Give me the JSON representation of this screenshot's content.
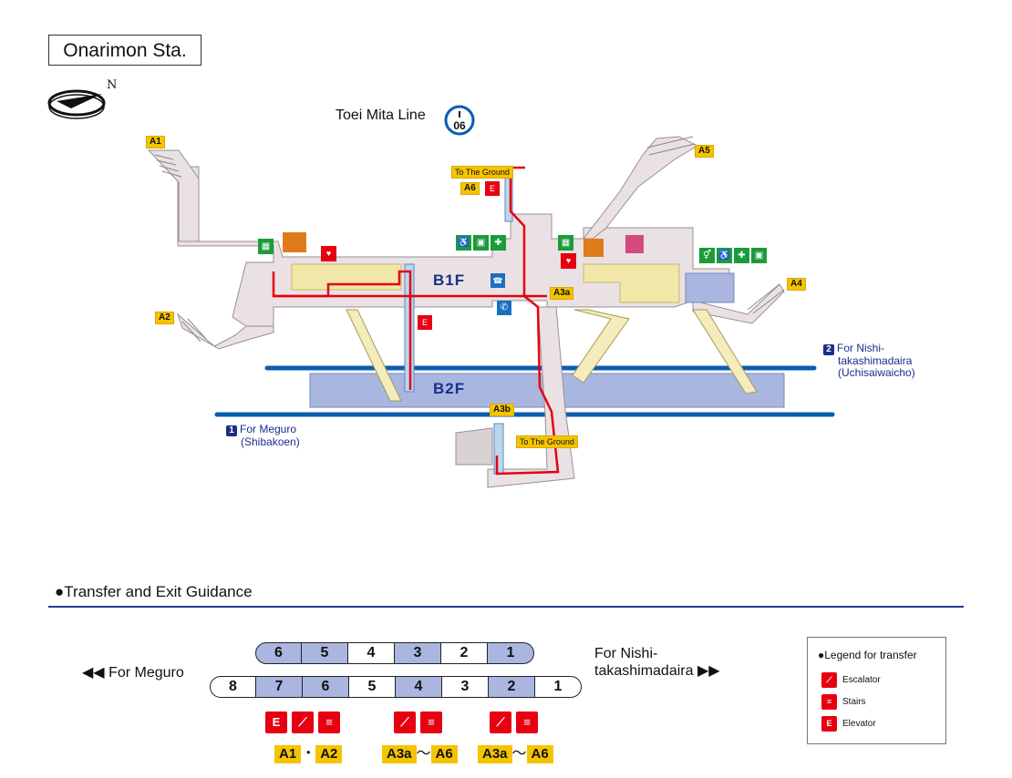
{
  "station": {
    "name": "Onarimon Sta."
  },
  "compass": {
    "north_label": "N"
  },
  "line": {
    "name": "Toei Mita Line",
    "badge_top": "I",
    "badge_num": "06"
  },
  "floors": {
    "b1f": "B1F",
    "b2f": "B2F"
  },
  "exits": {
    "a1": "A1",
    "a2": "A2",
    "a3a": "A3a",
    "a3b": "A3b",
    "a4": "A4",
    "a5": "A5",
    "a6": "A6"
  },
  "to_ground": "To The Ground",
  "directions": {
    "meguro": {
      "num": "1",
      "line1": "For Meguro",
      "line2": "(Shibakoen)"
    },
    "nishi": {
      "num": "2",
      "line1": "For Nishi-",
      "line2": "takashimadaira",
      "line3": "(Uchisaiwaicho)"
    }
  },
  "guidance": {
    "title": "Transfer and Exit Guidance",
    "left_label": "For Meguro",
    "right_label_1": "For Nishi-",
    "right_label_2": "takashimadaira",
    "top_row": [
      {
        "num": "6",
        "highlight": true
      },
      {
        "num": "5",
        "highlight": true
      },
      {
        "num": "4",
        "highlight": false
      },
      {
        "num": "3",
        "highlight": true
      },
      {
        "num": "2",
        "highlight": false
      },
      {
        "num": "1",
        "highlight": true
      }
    ],
    "bottom_row": [
      {
        "num": "8",
        "highlight": false
      },
      {
        "num": "7",
        "highlight": true
      },
      {
        "num": "6",
        "highlight": true
      },
      {
        "num": "5",
        "highlight": false
      },
      {
        "num": "4",
        "highlight": true
      },
      {
        "num": "3",
        "highlight": false
      },
      {
        "num": "2",
        "highlight": true
      },
      {
        "num": "1",
        "highlight": false
      }
    ],
    "groups": [
      {
        "icons": [
          "elevator-icon",
          "escalator-icon",
          "stairs-icon"
        ],
        "exit_a": "A1",
        "sep": "・",
        "exit_b": "A2"
      },
      {
        "icons": [
          "escalator-icon",
          "stairs-icon"
        ],
        "exit_a": "A3a",
        "sep": "～",
        "exit_b": "A6"
      },
      {
        "icons": [
          "escalator-icon",
          "stairs-icon"
        ],
        "exit_a": "A3a",
        "sep": "～",
        "exit_b": "A6"
      }
    ]
  },
  "legend": {
    "title": "Legend for transfer",
    "items": [
      {
        "icon": "escalator-icon",
        "label": "Escalator"
      },
      {
        "icon": "stairs-icon",
        "label": "Stairs"
      },
      {
        "icon": "elevator-icon",
        "label": "Elevator"
      }
    ]
  },
  "colors": {
    "route": "#e60012",
    "track": "#0b5cb0",
    "platform": "#a9b6e0",
    "concourse": "#e9e1e3",
    "accent": "#1a2e8a",
    "exit_tag": "#f5c400",
    "facility_green": "#1a9c3a"
  }
}
